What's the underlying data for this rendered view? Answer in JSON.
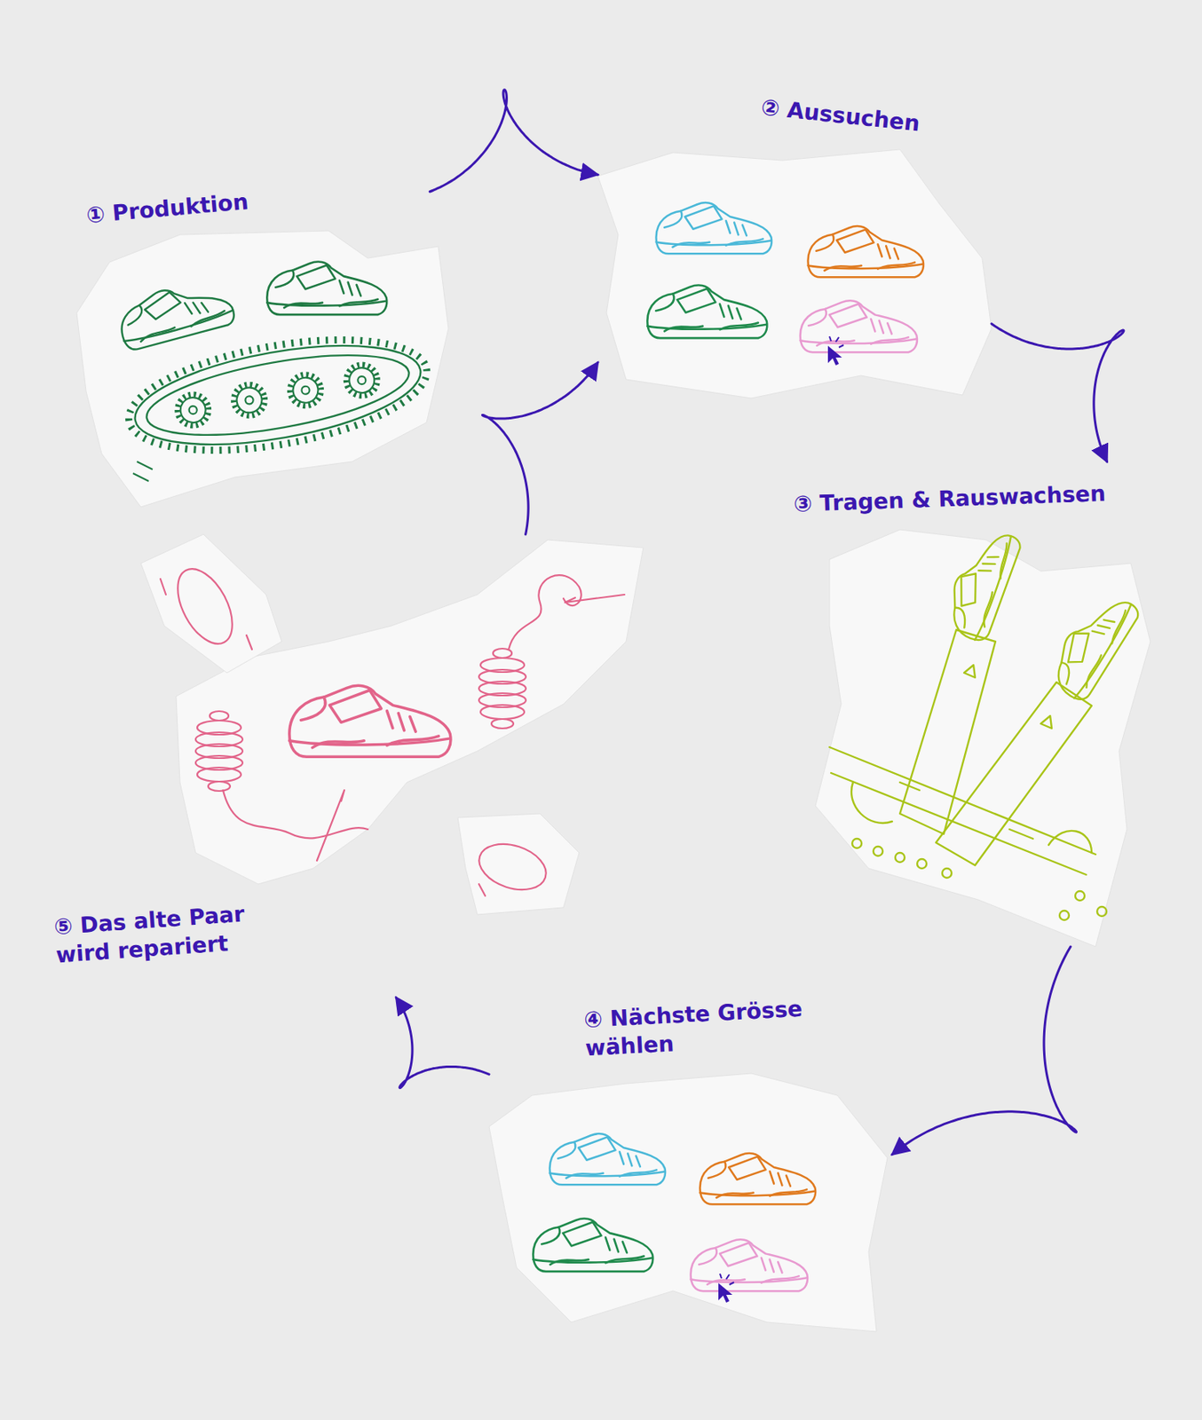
{
  "diagram": {
    "nodes": [
      {
        "text": [
          "① Produktion"
        ]
      },
      {
        "text": [
          "② Aussuchen"
        ]
      },
      {
        "text": [
          "③ Tragen & Rauswachsen"
        ]
      },
      {
        "text": [
          "④ Nächste Grösse wählen"
        ]
      },
      {
        "text": [
          "⑤ Das alte Paar wird repariert"
        ]
      }
    ],
    "edges": [
      {
        "from": 0,
        "to": 1,
        "arrow": "to"
      },
      {
        "from": 1,
        "to": 2,
        "arrow": "to"
      },
      {
        "from": 2,
        "to": 3,
        "arrow": "to"
      },
      {
        "from": 3,
        "to": 4,
        "arrow": "to"
      },
      {
        "from": 4,
        "to": 1,
        "arrow": "to"
      }
    ]
  }
}
